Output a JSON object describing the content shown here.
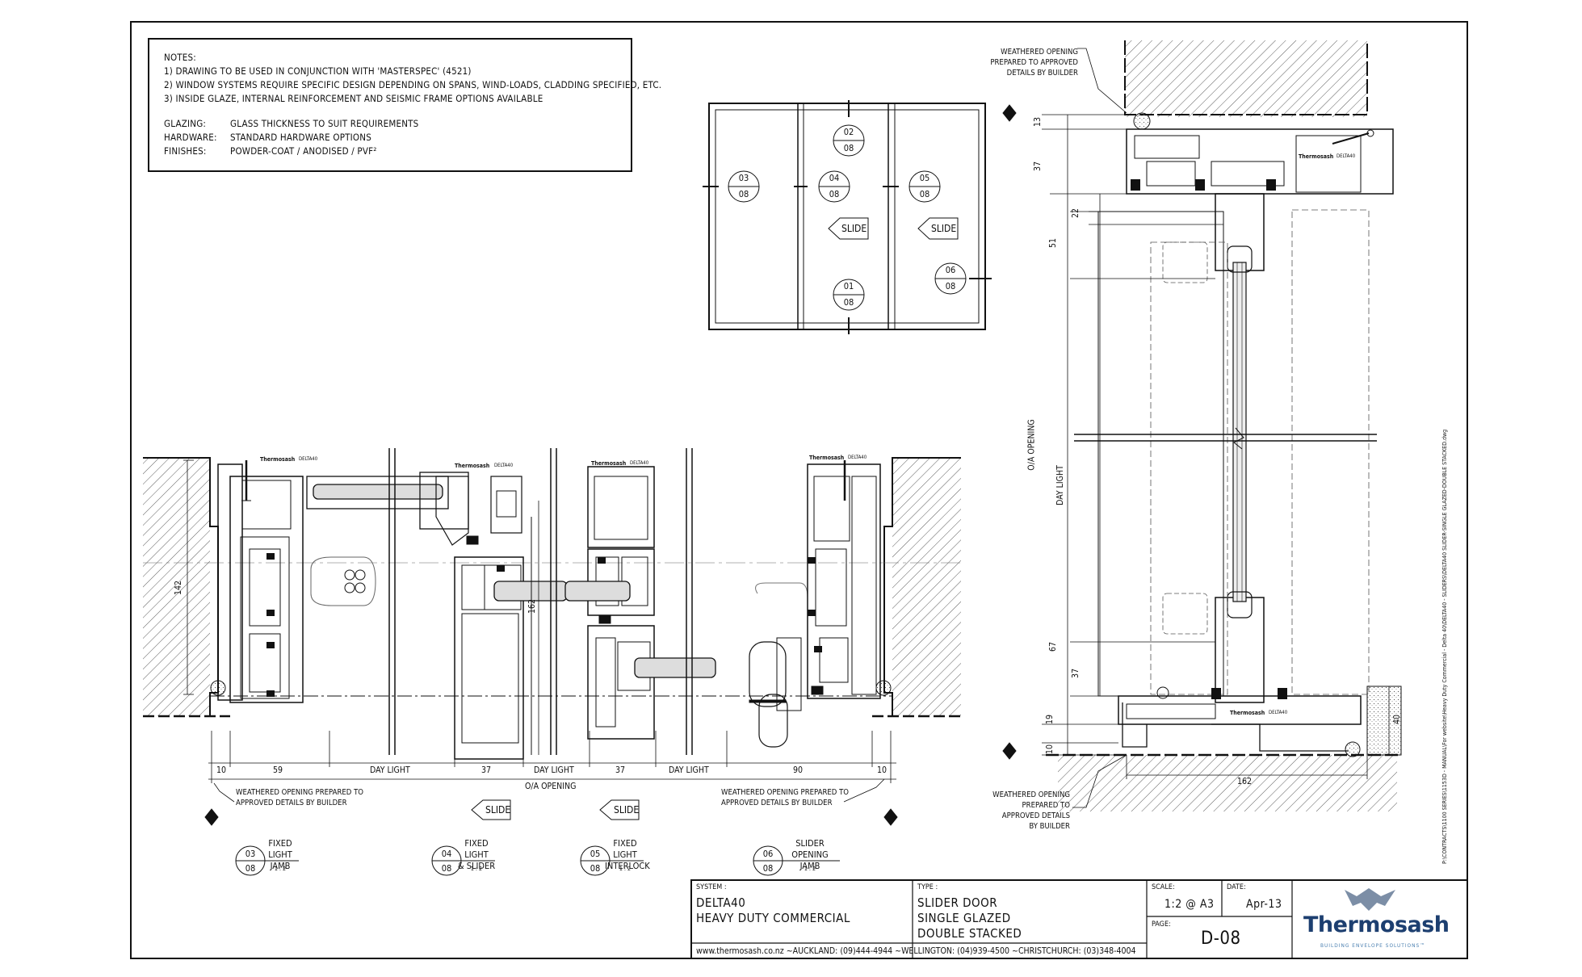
{
  "notes": {
    "heading": "NOTES:",
    "lines": [
      "1) DRAWING TO BE USED IN CONJUNCTION WITH 'MASTERSPEC' (4521)",
      "2) WINDOW SYSTEMS REQUIRE SPECIFIC DESIGN DEPENDING ON SPANS, WIND-LOADS, CLADDING SPECIFIED, ETC.",
      "3) INSIDE GLAZE, INTERNAL REINFORCEMENT AND SEISMIC FRAME OPTIONS AVAILABLE"
    ],
    "specs": [
      {
        "key": "GLAZING:",
        "value": "GLASS THICKNESS TO SUIT REQUIREMENTS"
      },
      {
        "key": "HARDWARE:",
        "value": "STANDARD HARDWARE OPTIONS"
      },
      {
        "key": "FINISHES:",
        "value": "POWDER-COAT / ANODISED / PVF²"
      }
    ]
  },
  "elevation": {
    "bubbles": [
      {
        "top": "02",
        "bottom": "08"
      },
      {
        "top": "03",
        "bottom": "08"
      },
      {
        "top": "04",
        "bottom": "08"
      },
      {
        "top": "05",
        "bottom": "08"
      },
      {
        "top": "01",
        "bottom": "08"
      },
      {
        "top": "06",
        "bottom": "08"
      }
    ],
    "slide_labels": [
      "SLIDE",
      "SLIDE"
    ]
  },
  "plan": {
    "dimensions": [
      "10",
      "59",
      "DAY LIGHT",
      "37",
      "DAY LIGHT",
      "37",
      "DAY LIGHT",
      "90",
      "10"
    ],
    "overall": "O/A OPENING",
    "vertical_dims": [
      "142",
      "162"
    ],
    "brand_tags": [
      "Thermosash",
      "DELTA40"
    ],
    "weathered_left": "WEATHERED OPENING PREPARED TO\nAPPROVED DETAILS BY BUILDER",
    "weathered_right": "WEATHERED OPENING PREPARED TO\nAPPROVED DETAILS BY BUILDER",
    "slide_labels": [
      "SLIDE",
      "SLIDE"
    ],
    "sections": [
      {
        "num": "03",
        "sheet": "08",
        "title": "FIXED LIGHT\nJAMB",
        "scale": "1 : 2"
      },
      {
        "num": "04",
        "sheet": "08",
        "title": "FIXED LIGHT\n& SLIDER",
        "scale": "1 : 2"
      },
      {
        "num": "05",
        "sheet": "08",
        "title": "FIXED LIGHT\nINTERLOCK",
        "scale": "1 : 2"
      },
      {
        "num": "06",
        "sheet": "08",
        "title": "SLIDER OPENING\nJAMB",
        "scale": "1 : 2"
      }
    ]
  },
  "section": {
    "weathered_top": "WEATHERED OPENING\nPREPARED TO APPROVED\nDETAILS BY BUILDER",
    "weathered_bottom": "WEATHERED OPENING\nPREPARED TO\nAPPROVED DETAILS\nBY BUILDER",
    "dims": [
      "13",
      "37",
      "22",
      "51",
      "67",
      "37",
      "19",
      "10",
      "40",
      "162"
    ],
    "oa_opening": "O/A OPENING",
    "day_light": "DAY LIGHT"
  },
  "title_block": {
    "system_label": "SYSTEM :",
    "system_lines": [
      "DELTA40",
      "HEAVY DUTY COMMERCIAL"
    ],
    "type_label": "TYPE :",
    "type_lines": [
      "SLIDER DOOR",
      "SINGLE GLAZED",
      "DOUBLE STACKED"
    ],
    "scale_label": "SCALE:",
    "scale_value": "1:2 @ A3",
    "date_label": "DATE:",
    "date_value": "Apr-13",
    "page_label": "PAGE:",
    "page_value": "D-08",
    "contact": "www.thermosash.co.nz ~AUCKLAND: (09)444-4944 ~WELLINGTON: (04)939-4500 ~CHRISTCHURCH: (03)348-4004",
    "brand": "Thermosash",
    "tagline": "BUILDING ENVELOPE SOLUTIONS™",
    "file_path": "P:\\CONTRACTS\\1100 SERIES\\1153D - MANUAL\\For website\\Heavy Duty Commercial - Delta 40\\DELTA40 - SLIDERS\\DELTA40 SLIDER-SINGLE GLAZED-DOUBLE STACKED.dwg"
  },
  "colors": {
    "line": "#111111",
    "brand_navy": "#1d3f70",
    "brand_light": "#4a7fb0"
  }
}
